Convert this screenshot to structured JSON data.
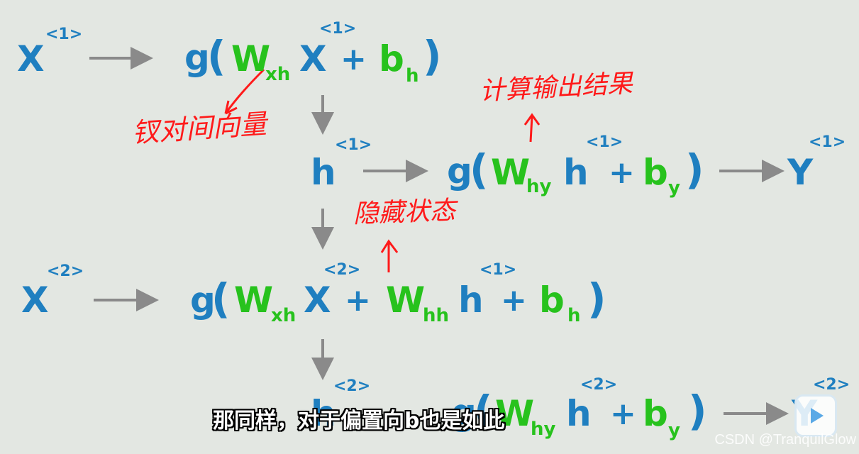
{
  "rows": {
    "r1": {
      "x": "X",
      "x_sup": "<1>",
      "g": "g",
      "open": "(",
      "w": "W",
      "w_sub": "xh",
      "x2": "X",
      "x2_sup": "<1>",
      "plus": "+",
      "b": "b",
      "b_sub": "h",
      "close": ")"
    },
    "r2": {
      "h": "h",
      "h_sup": "<1>",
      "g": "g",
      "open": "(",
      "w": "W",
      "w_sub": "hy",
      "h2": "h",
      "h2_sup": "<1>",
      "plus": "+",
      "b": "b",
      "b_sub": "y",
      "close": ")",
      "y": "Y",
      "y_sup": "<1>"
    },
    "r3": {
      "x": "X",
      "x_sup": "<2>",
      "g": "g",
      "open": "(",
      "w": "W",
      "w_sub": "xh",
      "x2": "X",
      "x2_sup": "<2>",
      "plus1": "+",
      "w2": "W",
      "w2_sub": "hh",
      "h": "h",
      "h_sup": "<1>",
      "plus2": "+",
      "b": "b",
      "b_sub": "h",
      "close": ")"
    },
    "r4": {
      "h": "h",
      "h_sup": "<2>",
      "g": "g",
      "open": "(",
      "w": "W",
      "w_sub": "hy",
      "h2": "h",
      "h2_sup": "<2>",
      "plus": "+",
      "b": "b",
      "b_sub": "y",
      "close": ")",
      "y": "Y",
      "y_sup": "<2>"
    }
  },
  "annotations": {
    "weight_vector": "钗对间向量",
    "compute_output": "计算输出结果",
    "hidden_state": "隐藏状态"
  },
  "subtitle": "那同样，对于偏置向b也是如此",
  "watermark": "CSDN @TranquilGlow",
  "colors": {
    "variable_blue": "#1f7fc0",
    "param_green": "#27c21d",
    "arrow_gray": "#8a8a8a",
    "annotation_red": "#ff1a1a",
    "background": "#e3e7e2"
  }
}
